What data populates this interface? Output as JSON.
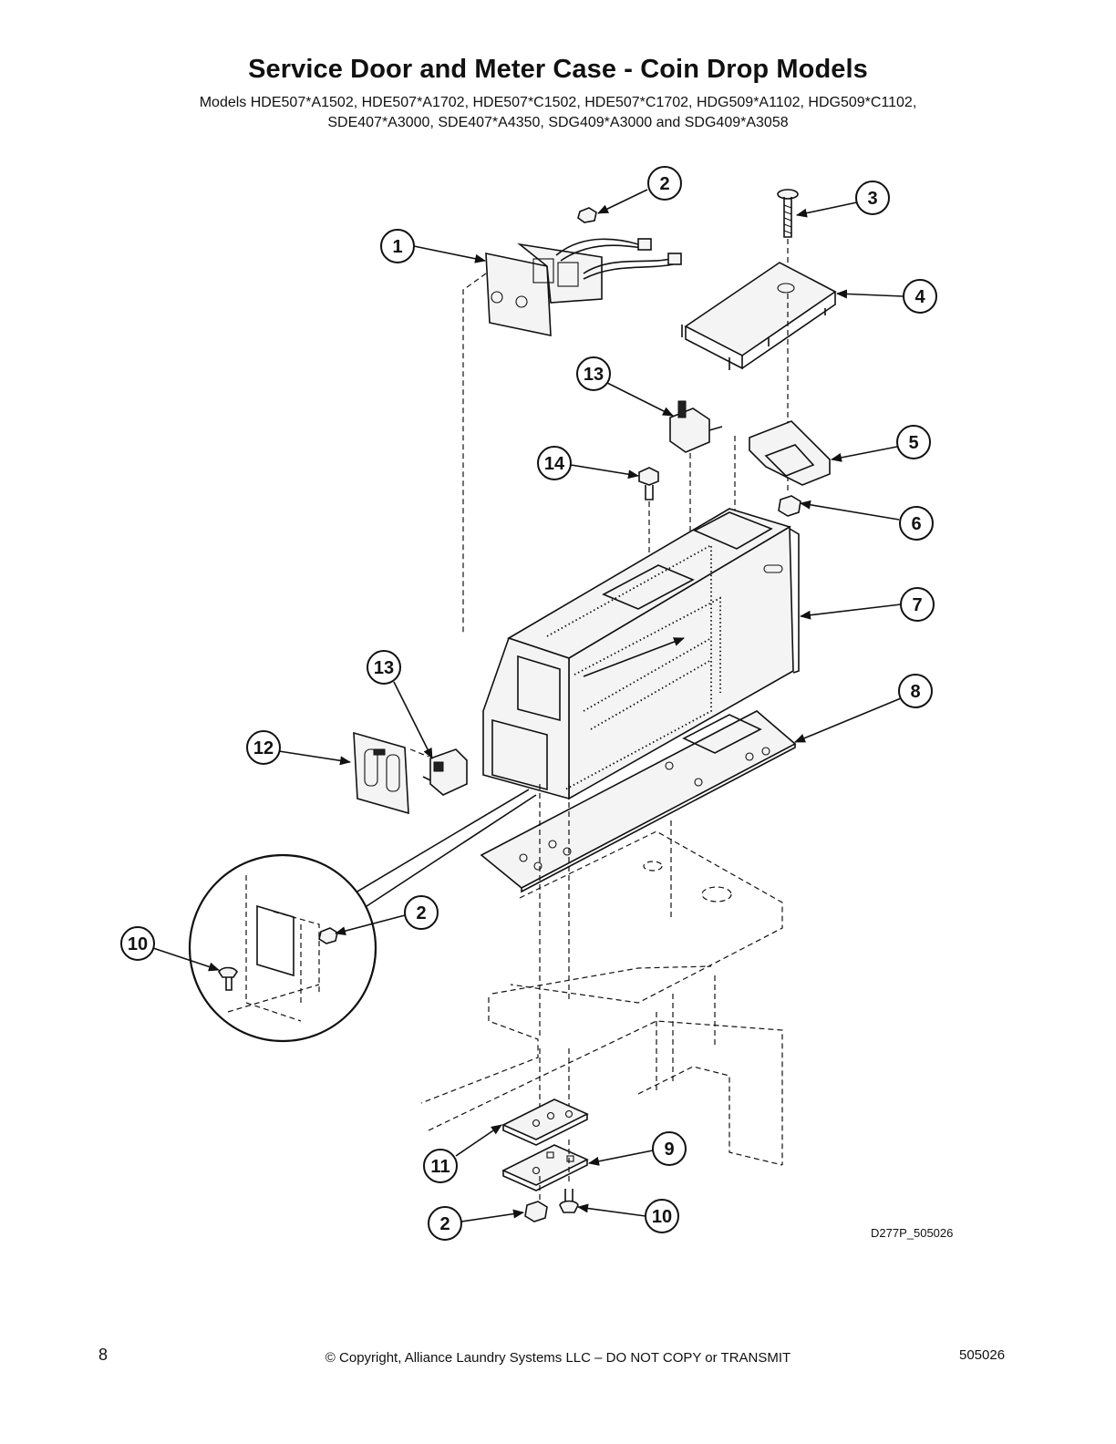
{
  "header": {
    "title": "Service Door and Meter Case - Coin Drop Models",
    "models_line1": "Models HDE507*A1502, HDE507*A1702, HDE507*C1502, HDE507*C1702, HDG509*A1102, HDG509*C1102,",
    "models_line2": "SDE407*A3000, SDE407*A4350, SDG409*A3000 and SDG409*A3058"
  },
  "diagram": {
    "code": "D277P_505026",
    "callouts": [
      "1",
      "2",
      "3",
      "4",
      "5",
      "6",
      "7",
      "8",
      "9",
      "10",
      "11",
      "12",
      "13",
      "14"
    ],
    "callout_instances": [
      "1",
      "2",
      "3",
      "4",
      "13",
      "14",
      "5",
      "6",
      "7",
      "13",
      "8",
      "12",
      "2",
      "10",
      "11",
      "9",
      "2",
      "10"
    ]
  },
  "footer": {
    "page_number": "8",
    "copyright": "© Copyright, Alliance Laundry Systems LLC – DO NOT COPY or TRANSMIT",
    "doc_number": "505026"
  }
}
